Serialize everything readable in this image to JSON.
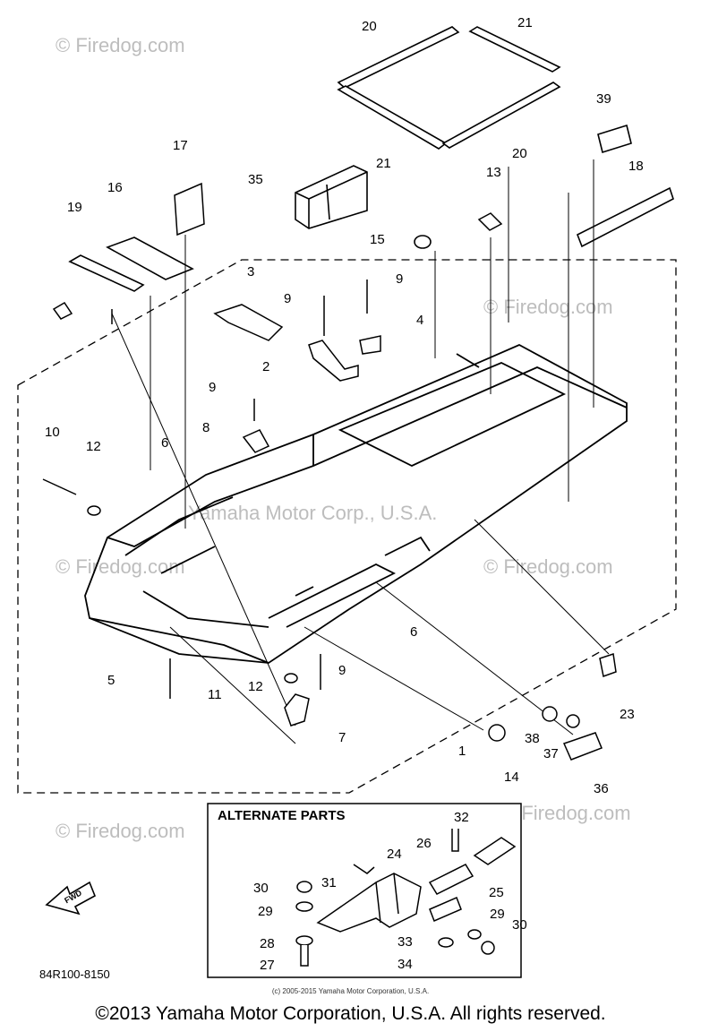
{
  "watermark": "© Firedog.com",
  "watermark_mid": "Yamaha Motor Corp., U.S.A.",
  "alternate_parts_title": "ALTERNATE PARTS",
  "fwd": "FWD",
  "diagram_code": "84R100-8150",
  "small_copyright": "(c) 2005-2015 Yamaha Motor Corporation, U.S.A.",
  "copyright": "©2013 Yamaha Motor Corporation, U.S.A. All rights reserved.",
  "callouts": [
    "1",
    "2",
    "3",
    "4",
    "5",
    "6",
    "6",
    "7",
    "8",
    "9",
    "9",
    "9",
    "9",
    "10",
    "11",
    "12",
    "12",
    "13",
    "14",
    "15",
    "16",
    "17",
    "18",
    "19",
    "20",
    "20",
    "21",
    "21",
    "23",
    "24",
    "25",
    "26",
    "27",
    "28",
    "29",
    "29",
    "30",
    "30",
    "31",
    "32",
    "33",
    "34",
    "35",
    "36",
    "37",
    "38",
    "39"
  ]
}
